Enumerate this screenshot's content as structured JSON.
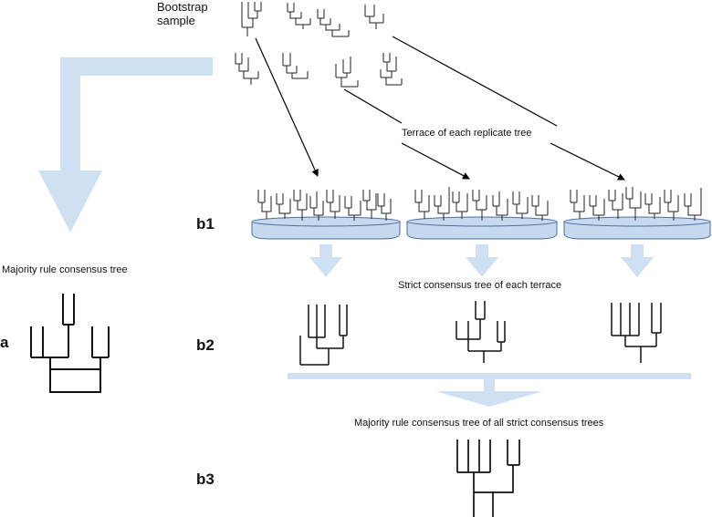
{
  "labels": {
    "bootstrap": "Bootstrap\nsample",
    "terrace": "Terrace of each replicate tree",
    "majority_left": "Majority rule consensus tree",
    "strict": "Strict consensus tree of each terrace",
    "majority_all": "Majority rule consensus tree of all strict consensus trees",
    "a": "a",
    "b1": "b1",
    "b2": "b2",
    "b3": "b3"
  },
  "colors": {
    "arrow_fill": "#cfe0f2",
    "platform_fill": "#c6d9ef",
    "platform_stroke": "#4a6fa0",
    "tree_stroke": "#111111"
  }
}
